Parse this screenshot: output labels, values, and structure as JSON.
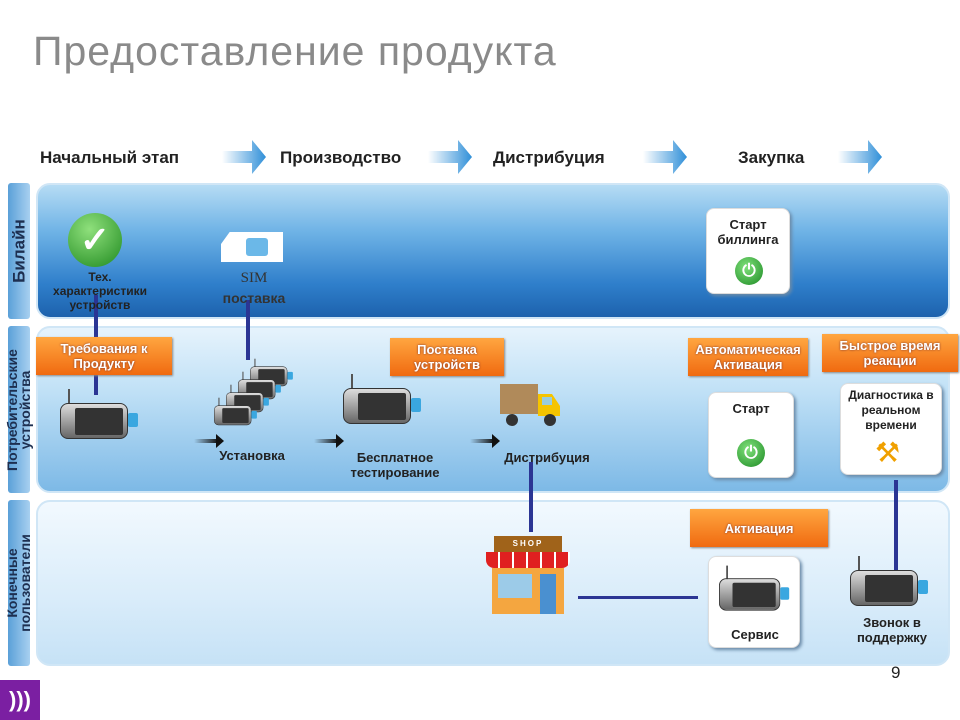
{
  "title": "Предоставление продукта",
  "phases": [
    "Начальный этап",
    "Производство",
    "Дистрибуция",
    "Закупка"
  ],
  "lanes": [
    "Билайн",
    "Потребительские устройства",
    "Конечные пользователи"
  ],
  "beeline": {
    "tech_specs": "Тех. характеристики устройств",
    "sim_label": "SIM",
    "sim_supply": "поставка",
    "billing_start": "Старт биллинга"
  },
  "devices": {
    "requirements": "Требования к Продукту",
    "installation": "Установка",
    "device_supply": "Поставка устройств",
    "free_testing": "Бесплатное тестирование",
    "distribution": "Дистрибуция",
    "auto_activation": "Автоматическая Активация",
    "start": "Старт",
    "fast_response": "Быстрое время реакции",
    "diagnostics": "Диагностика в реальном времени"
  },
  "users": {
    "shop": "SHOP",
    "activation": "Активация",
    "service": "Сервис",
    "support_call": "Звонок в поддержку"
  },
  "page_number": "9",
  "icons": [
    "check-icon",
    "sim-card-icon",
    "power-icon",
    "device-icon",
    "truck-icon",
    "shop-icon",
    "tools-icon",
    "beeline-logo-icon"
  ],
  "colors": {
    "accent_orange": "#f06a10",
    "arrow_blue": "#2b3594",
    "lane_blue": "#1d62ad",
    "logo_purple": "#7b1fa2"
  }
}
